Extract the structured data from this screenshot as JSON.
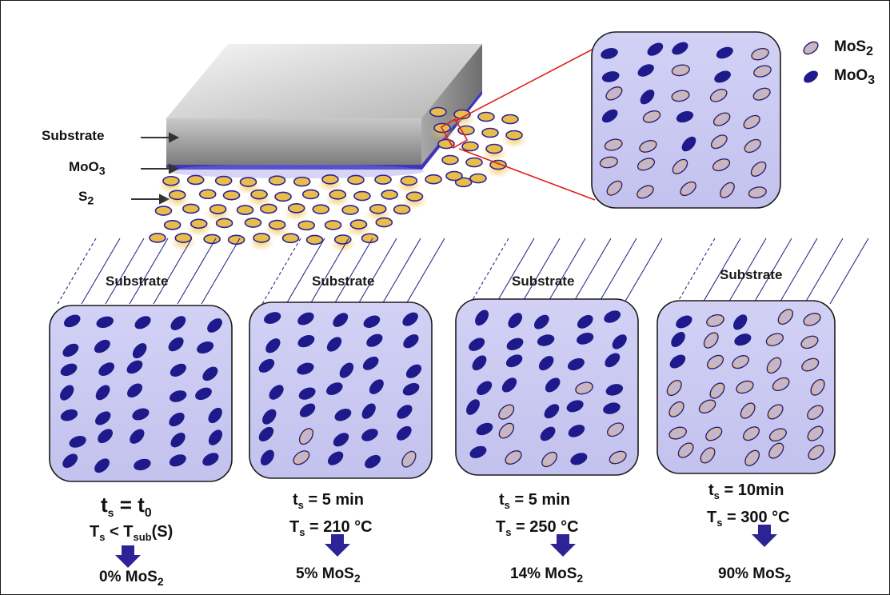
{
  "legend": [
    {
      "label_main": "MoS",
      "label_sub": "2",
      "icon": "mos2-particle-icon"
    },
    {
      "label_main": "MoO",
      "label_sub": "3",
      "icon": "moo3-particle-icon"
    }
  ],
  "left_labels": {
    "substrate": "Substrate",
    "moo3_main": "MoO",
    "moo3_sub": "3",
    "s2_main": "S",
    "s2_sub": "2"
  },
  "substrate_label": "Substrate",
  "panels": [
    {
      "t_main": "t",
      "t_sub": "s",
      "t_eq": " = t",
      "t_val_sub": "0",
      "T_main": "T",
      "T_sub": "s",
      "T_rest": " < T",
      "T_rest_sub": "sub",
      "T_tail": "(S)",
      "pct_main": "0% MoS",
      "pct_sub": "2",
      "mos2_count": 0
    },
    {
      "t_main": "t",
      "t_sub": "s",
      "t_eq": " = 5 min",
      "t_val_sub": "",
      "T_main": "T",
      "T_sub": "s",
      "T_rest": " = 210 °C",
      "T_rest_sub": "",
      "T_tail": "",
      "pct_main": "5% MoS",
      "pct_sub": "2",
      "mos2_count": 3
    },
    {
      "t_main": "t",
      "t_sub": "s",
      "t_eq": " = 5 min",
      "t_val_sub": "",
      "T_main": "T",
      "T_sub": "s",
      "T_rest": " = 250 °C",
      "T_rest_sub": "",
      "T_tail": "",
      "pct_main": "14% MoS",
      "pct_sub": "2",
      "mos2_count": 7
    },
    {
      "t_main": "t",
      "t_sub": "s",
      "t_eq": " = 10min",
      "t_val_sub": "",
      "T_main": "T",
      "T_sub": "s",
      "T_rest": " = 300 °C",
      "T_rest_sub": "",
      "T_tail": "",
      "pct_main": "90% MoS",
      "pct_sub": "2",
      "mos2_count": 30
    }
  ],
  "colors": {
    "moo3": "#1e1a8c",
    "mos2_fill": "#e8b75a",
    "panel_bg": "#c9c8f0",
    "panel_border": "#1c1c1c",
    "arrow": "#2e2396",
    "zoom_lines": "#e0201c",
    "substrate_gray": "#9a9a9a"
  }
}
